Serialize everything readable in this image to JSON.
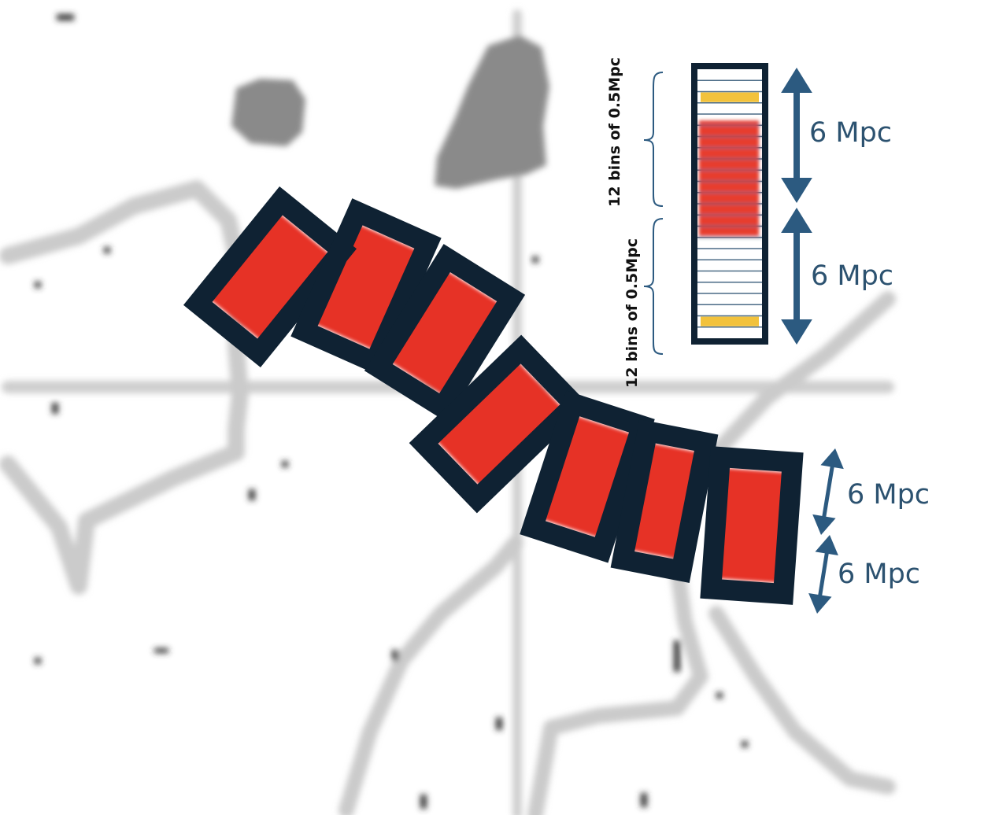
{
  "colors": {
    "frame": "#0f2233",
    "filament": "#e63325",
    "bin_highlight": "#f2c23c",
    "arrow": "#2c5a80",
    "label": "#2c5270",
    "background_line": "#c4c4c4",
    "blob": "#8a8a8a"
  },
  "labels": {
    "bins_upper": "12 bins of 0.5Mpc",
    "bins_lower": "12 bins of 0.5Mpc",
    "mpc_top_upper": "6 Mpc",
    "mpc_top_lower": "6 Mpc",
    "mpc_bottom_upper": "6 Mpc",
    "mpc_bottom_lower": "6 Mpc"
  },
  "column": {
    "bin_count": 24,
    "highlighted_bins": [
      2,
      22
    ],
    "filament_bins": [
      5,
      14
    ]
  }
}
